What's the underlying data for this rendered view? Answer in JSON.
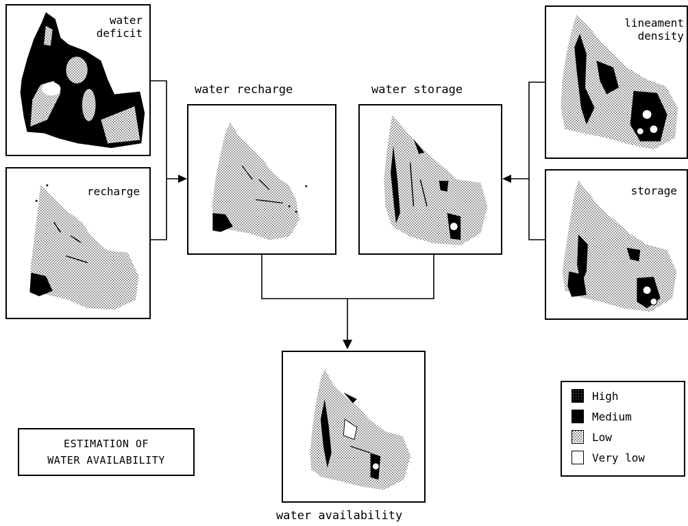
{
  "inputs_left": [
    {
      "id": "water-deficit",
      "label": "water\ndeficit"
    },
    {
      "id": "recharge",
      "label": "recharge"
    }
  ],
  "inputs_right": [
    {
      "id": "lineament-density",
      "label": "lineament\ndensity"
    },
    {
      "id": "storage",
      "label": "storage"
    }
  ],
  "intermediate": {
    "water_recharge": "water recharge",
    "water_storage": "water storage"
  },
  "output": {
    "label": "water availability"
  },
  "title": {
    "line1": "ESTIMATION OF",
    "line2": "WATER AVAILABILITY"
  },
  "legend": {
    "items": [
      {
        "label": "High",
        "color": "#000000",
        "pattern": "solid-dots"
      },
      {
        "label": "Medium",
        "color": "#000000",
        "pattern": "solid"
      },
      {
        "label": "Low",
        "color": "#c8c8c8",
        "pattern": "stipple"
      },
      {
        "label": "Very low",
        "color": "#ffffff",
        "pattern": "blank"
      }
    ]
  }
}
